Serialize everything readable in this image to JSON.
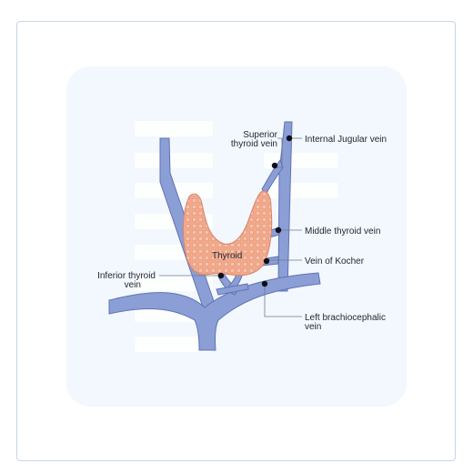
{
  "diagram": {
    "labels": {
      "superior_thyroid_vein_line1": "Superior",
      "superior_thyroid_vein_line2": "thyroid vein",
      "internal_jugular_vein": "Internal Jugular vein",
      "middle_thyroid_vein": "Middle thyroid vein",
      "vein_of_kocher": "Vein of Kocher",
      "thyroid": "Thyroid",
      "inferior_thyroid_vein_line1": "Inferior thyroid",
      "inferior_thyroid_vein_line2": "vein",
      "left_brachiocephalic_vein_line1": "Left brachiocephalic",
      "left_brachiocephalic_vein_line2": "vein"
    },
    "colors": {
      "vein_fill": "#8c9ed6",
      "vein_stroke": "#5f73b3",
      "thyroid_fill": "#f2a98a",
      "thyroid_stroke": "#d9826a",
      "leader_line": "#6f7a90",
      "marker": "#0d0f14",
      "panel_background": "#f2f8fd",
      "frame_border": "#c6d6ea"
    }
  }
}
